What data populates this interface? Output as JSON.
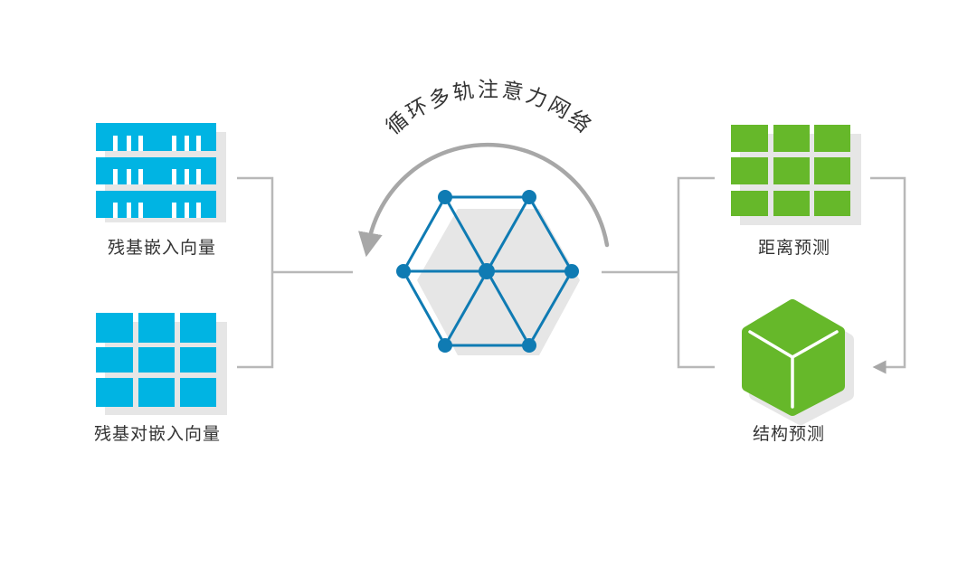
{
  "labels": {
    "residue_embedding": "残基嵌入向量",
    "pair_embedding": "残基对嵌入向量",
    "network": "循环多轨注意力网络",
    "distance_prediction": "距离预测",
    "structure_prediction": "结构预测"
  },
  "colors": {
    "blue": "#00b4e3",
    "green": "#66b82a",
    "network_blue": "#0f7bb3",
    "connector_gray": "#b8b8b8",
    "shadow_gray": "#e6e6e6",
    "text": "#333333"
  },
  "icons": {
    "residue_embedding": "vector-stack-icon",
    "pair_embedding": "grid-matrix-icon",
    "network": "hexagon-graph-icon",
    "distance_prediction": "distance-matrix-icon",
    "structure_prediction": "3d-cube-icon"
  }
}
